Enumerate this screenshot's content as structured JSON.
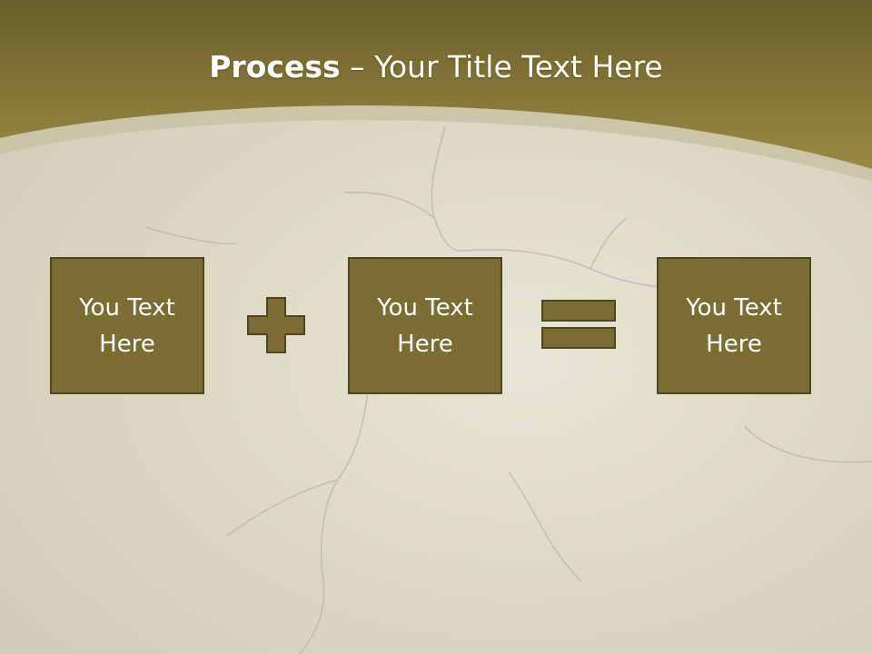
{
  "slide": {
    "title_bold": "Process",
    "title_rest": " – Your Title Text Here"
  },
  "boxes": [
    {
      "text": "You Text Here"
    },
    {
      "text": "You Text Here"
    },
    {
      "text": "You Text Here"
    }
  ],
  "operators": [
    "plus-icon",
    "equals-icon"
  ],
  "colors": {
    "header": "#857530",
    "box_fill": "#7b6c34",
    "box_border": "#4e4521",
    "background": "#e2ddcc"
  }
}
